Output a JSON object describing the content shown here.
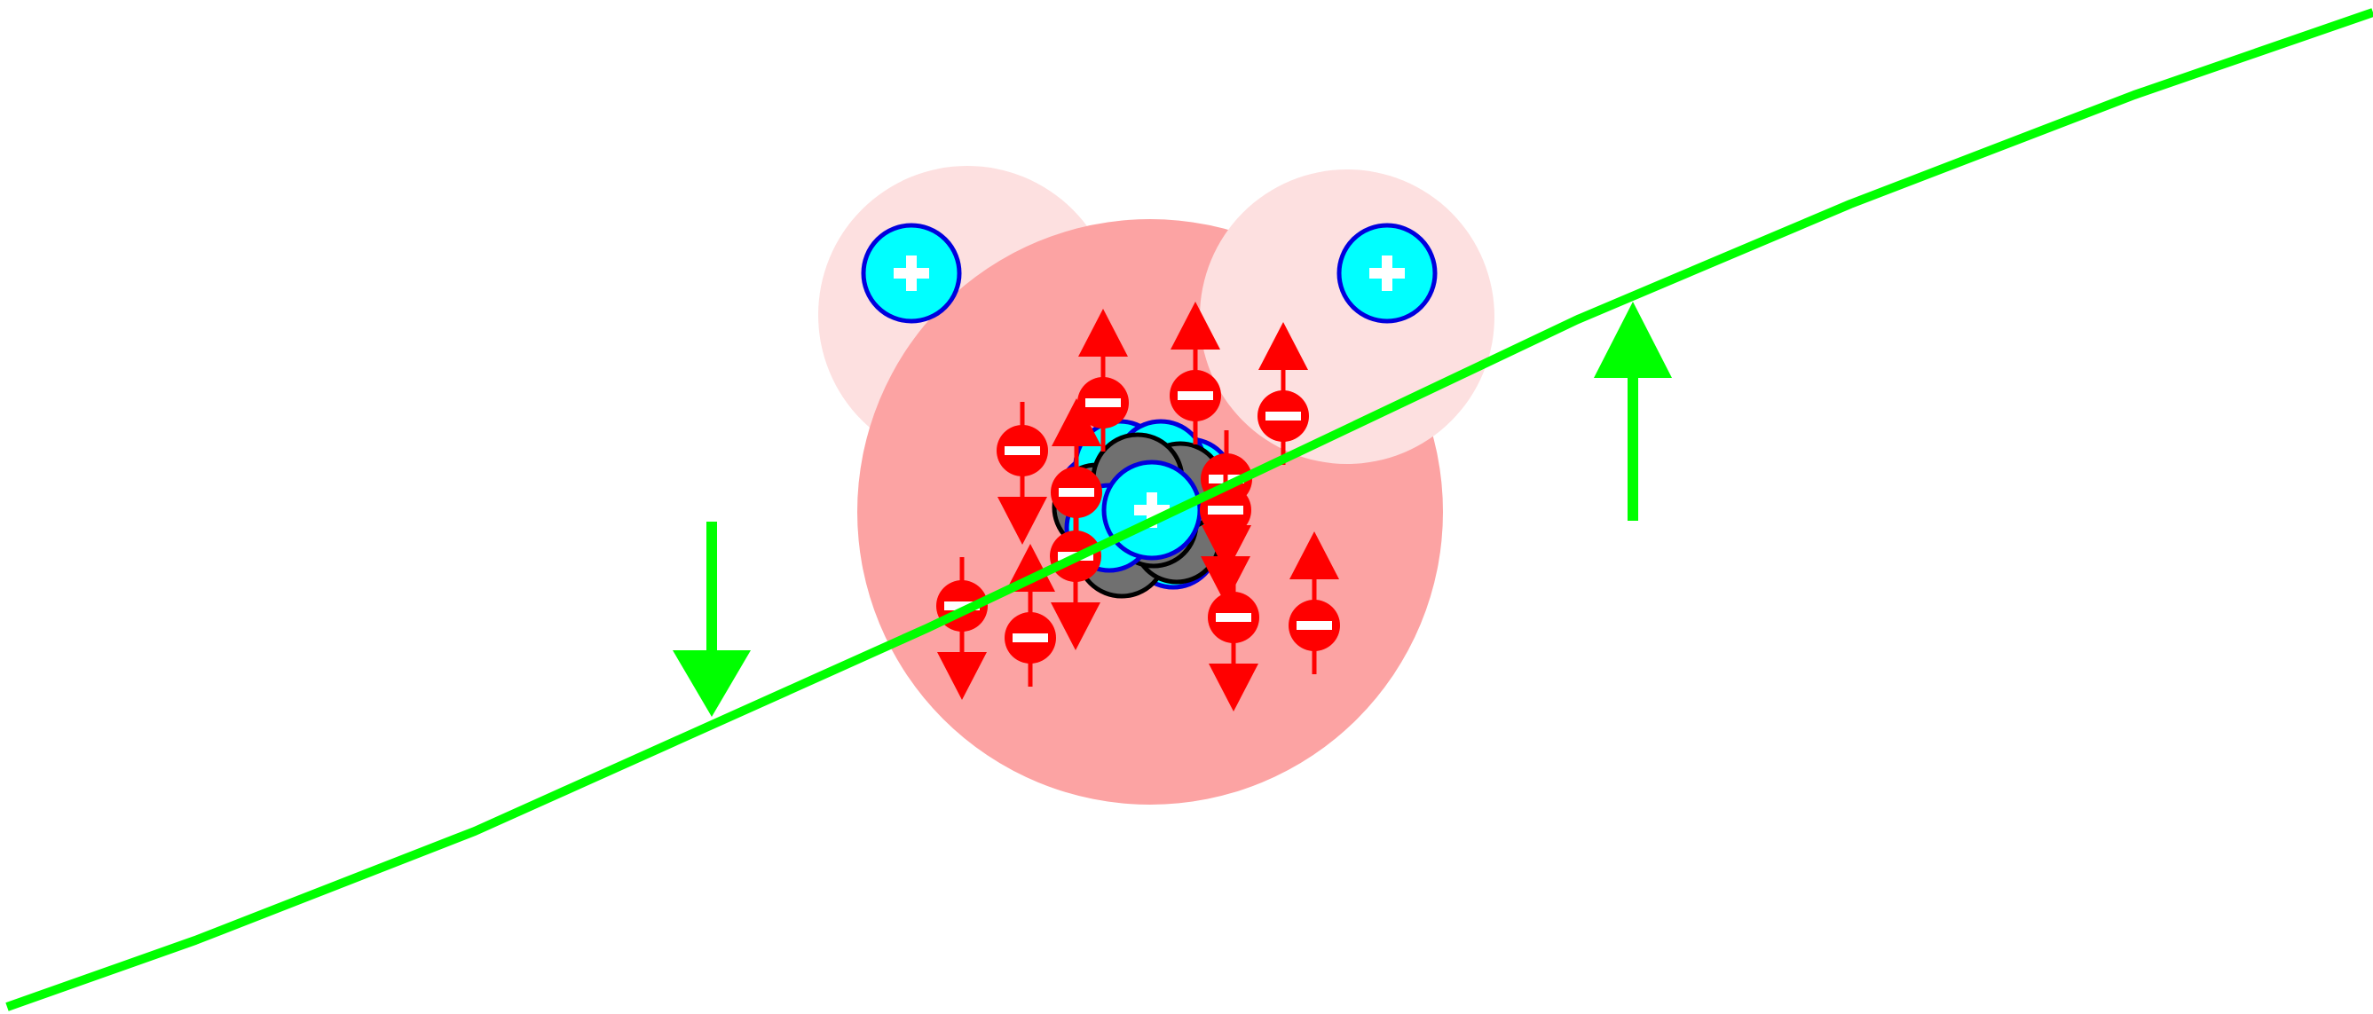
{
  "colors": {
    "background": "#ffffff",
    "oxygen_cloud": "#fca3a3",
    "hydrogen_cloud": "#fde0e0",
    "proton_fill": "#00ffff",
    "proton_stroke": "#0000dd",
    "neutron_fill": "#707070",
    "neutron_stroke": "#000000",
    "electron": "#ff0000",
    "sign": "#ffffff",
    "wave": "#00ff00",
    "field_arrow": "#00ff00"
  },
  "icons": {
    "proton": "plus-sign-icon",
    "electron": "minus-sign-icon",
    "field": "arrow-icon"
  },
  "field_arrows": [
    {
      "direction": "down"
    },
    {
      "direction": "up"
    }
  ],
  "electron_spins": [
    "down",
    "up",
    "up",
    "up",
    "down",
    "up",
    "down",
    "down",
    "up",
    "down",
    "up",
    "down"
  ]
}
